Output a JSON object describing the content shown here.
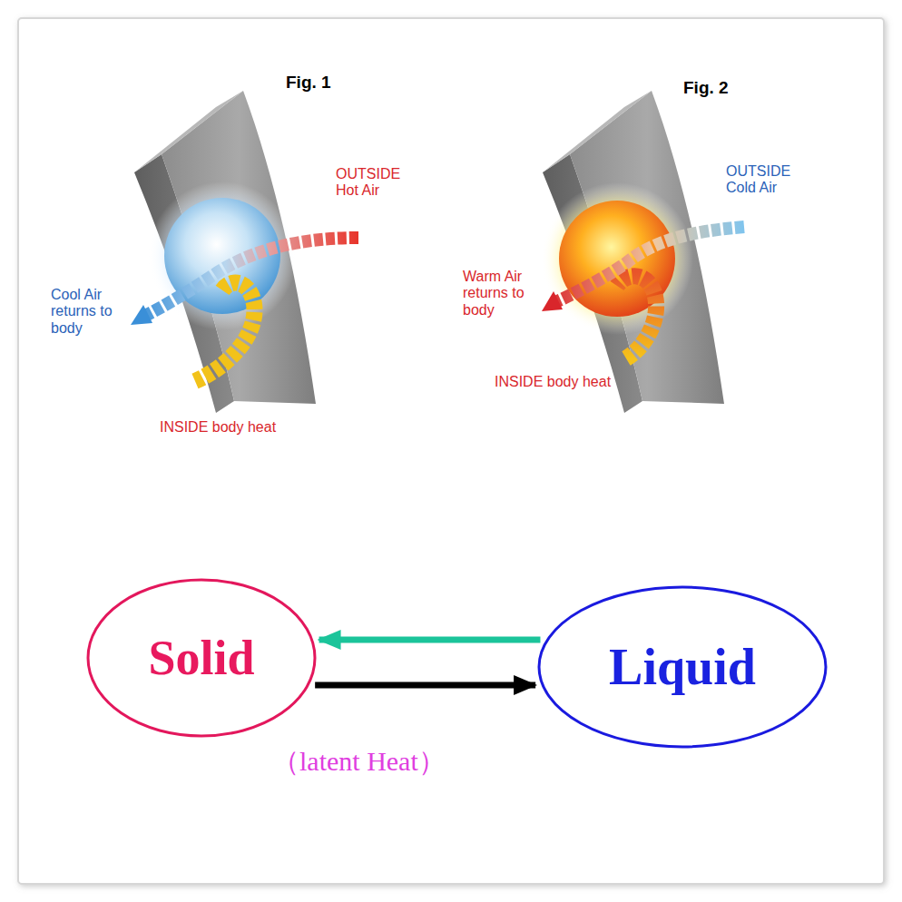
{
  "diagram": {
    "nodes": [
      {
        "text": [
          "Solid"
        ]
      },
      {
        "text": [
          "Liquid"
        ]
      }
    ],
    "edges": [
      {
        "from": 1,
        "to": 0,
        "arrow": "to"
      },
      {
        "from": 0,
        "to": 1,
        "arrow": "to"
      }
    ],
    "labels": [
      "Fig. 1",
      "OUTSIDE Hot Air",
      "Cool Air returns to body",
      "INSIDE body heat",
      "Fig. 2",
      "OUTSIDE Cold Air",
      "Warm Air returns to body",
      "INSIDE body heat",
      "（latent Heat）"
    ]
  }
}
